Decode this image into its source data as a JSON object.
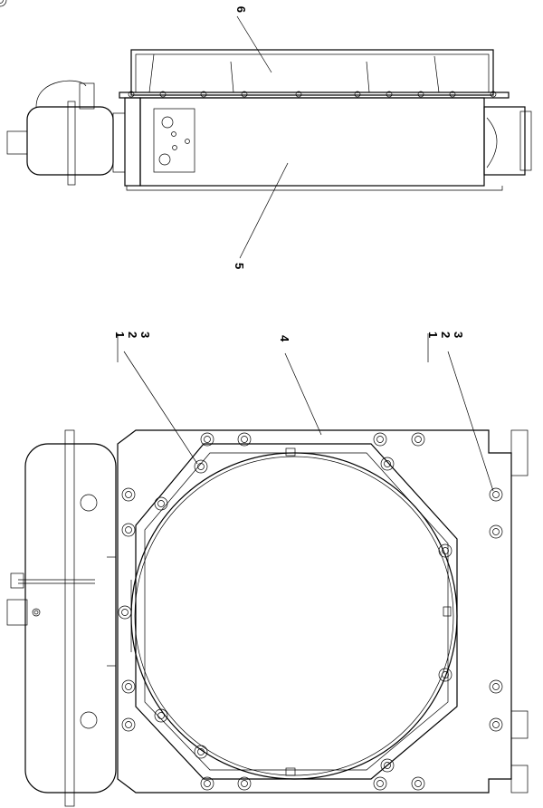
{
  "drawing": {
    "callouts": {
      "fan_shroud": "6",
      "radiator_core": "5",
      "shroud_plate": "4",
      "fastener_group_left": [
        "1",
        "2",
        "3"
      ],
      "fastener_group_right": [
        "1",
        "2",
        "3"
      ]
    }
  }
}
